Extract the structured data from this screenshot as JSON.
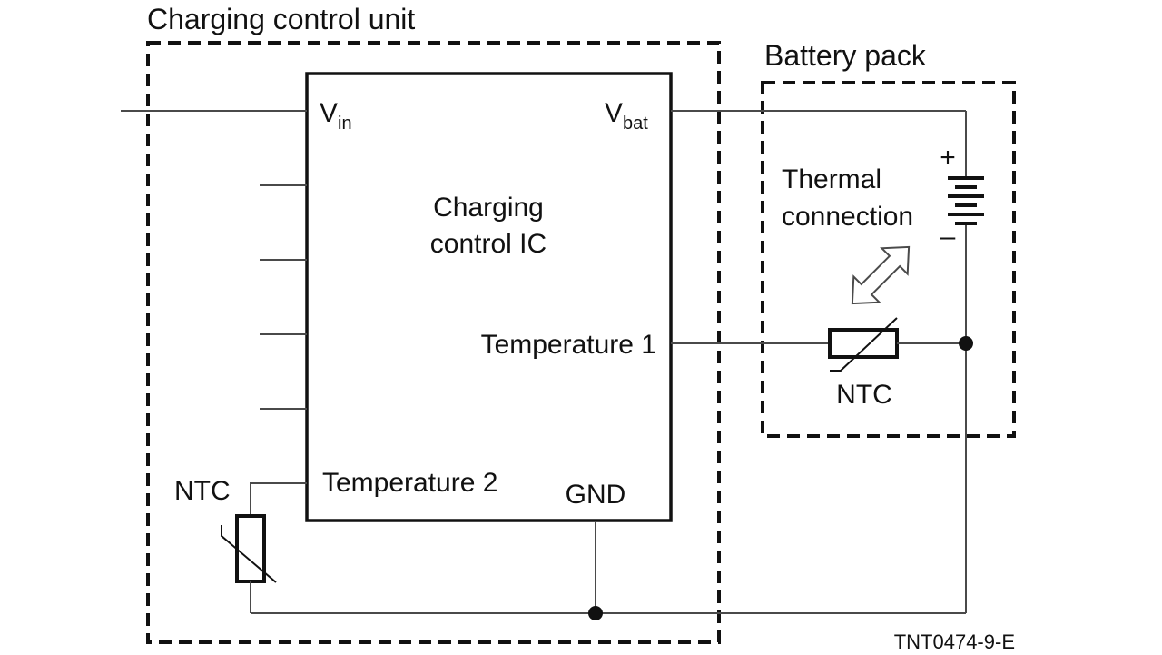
{
  "diagram": {
    "charging_unit_label": "Charging control unit",
    "battery_pack_label": "Battery pack",
    "ic_label_line1": "Charging",
    "ic_label_line2": "control IC",
    "vin_main": "V",
    "vin_sub": "in",
    "vbat_main": "V",
    "vbat_sub": "bat",
    "temperature1_label": "Temperature 1",
    "temperature2_label": "Temperature 2",
    "gnd_label": "GND",
    "ntc_pack_label": "NTC",
    "ntc_unit_label": "NTC",
    "thermal_line1": "Thermal",
    "thermal_line2": "connection",
    "battery_plus": "+",
    "battery_minus": "–",
    "figure_code": "TNT0474-9-E"
  }
}
